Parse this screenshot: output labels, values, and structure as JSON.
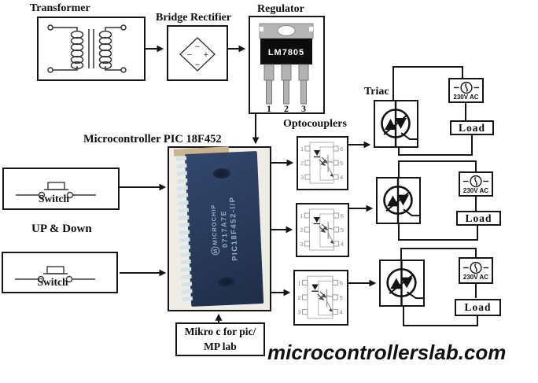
{
  "labels": {
    "transformer": "Transformer",
    "bridge_rectifier": "Bridge Rectifier",
    "regulator": "Regulator",
    "microcontroller": "Microcontroller PIC 18F452",
    "optocouplers": "Optocouplers",
    "triac": "Triac",
    "up_down": "UP & Down",
    "watermark": "microcontrollerslab.com"
  },
  "regulator_chip": {
    "part": "LM7805",
    "pins": [
      "1",
      "2",
      "3"
    ]
  },
  "bridge_symbols": {
    "top": "~",
    "left": "−",
    "right": "+",
    "bottom": "~"
  },
  "mcu_chip": {
    "brand": "MICROCHIP",
    "logo": "M",
    "part": "PIC18F452-I/P",
    "lot": "0717A7E"
  },
  "switches": [
    {
      "label": "Switch"
    },
    {
      "label": "Switch"
    }
  ],
  "opto_pins": {
    "left": [
      "1",
      "2",
      "3"
    ],
    "right": [
      "6",
      "5",
      "4"
    ]
  },
  "channels": [
    {
      "ac": "230V AC",
      "load": "Load"
    },
    {
      "ac": "230V AC",
      "load": "Load"
    },
    {
      "ac": "230V AC",
      "load": "Load"
    }
  ],
  "compiler": {
    "line1": "Mikro c for pic/",
    "line2": "MP lab"
  },
  "colors": {
    "wire": "#161616",
    "chip_body": "#2a3c5c",
    "chip_pins": "#d3e4ea",
    "lm7805_tab": "#b5b5b5",
    "lm7805_body": "#0c0c0c",
    "opto_gray": "#a8a8a8"
  }
}
